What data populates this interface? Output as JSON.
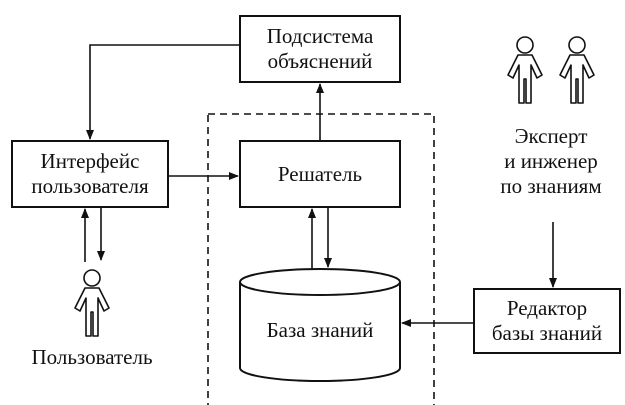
{
  "nodes": {
    "explanation": {
      "line1": "Подсистема",
      "line2": "объяснений"
    },
    "interface": {
      "line1": "Интерфейс",
      "line2": "пользователя"
    },
    "solver": {
      "label": "Решатель"
    },
    "knowledge_base": {
      "label": "База знаний"
    },
    "editor": {
      "line1": "Редактор",
      "line2": "базы знаний"
    },
    "expert": {
      "line1": "Эксперт",
      "line2": "и инженер",
      "line3": "по знаниям"
    },
    "user": {
      "label": "Пользователь"
    }
  },
  "icons": [
    "person-icon"
  ]
}
